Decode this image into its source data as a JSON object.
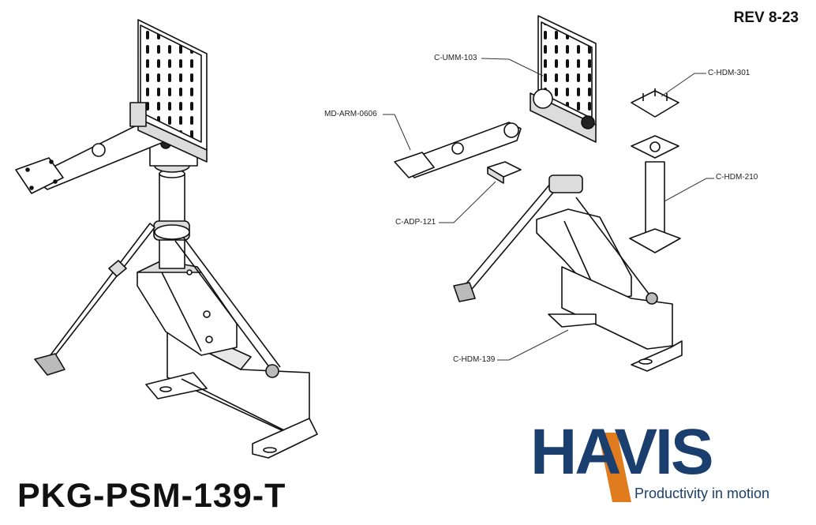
{
  "revision": "REV 8-23",
  "part_number": "PKG-PSM-139-T",
  "callouts": {
    "c_umm_103": "C-UMM-103",
    "c_hdm_301": "C-HDM-301",
    "md_arm_0606": "MD-ARM-0606",
    "c_hdm_210": "C-HDM-210",
    "c_adp_121": "C-ADP-121",
    "c_hdm_139": "C-HDM-139"
  },
  "logo": {
    "wordmark": "HAVIS",
    "tagline": "Productivity in motion",
    "colors": {
      "navy": "#1a3e6e",
      "orange": "#e07b1e"
    }
  },
  "colors": {
    "line": "#111111",
    "fill": "#ffffff",
    "shade": "#dcdcdc"
  }
}
